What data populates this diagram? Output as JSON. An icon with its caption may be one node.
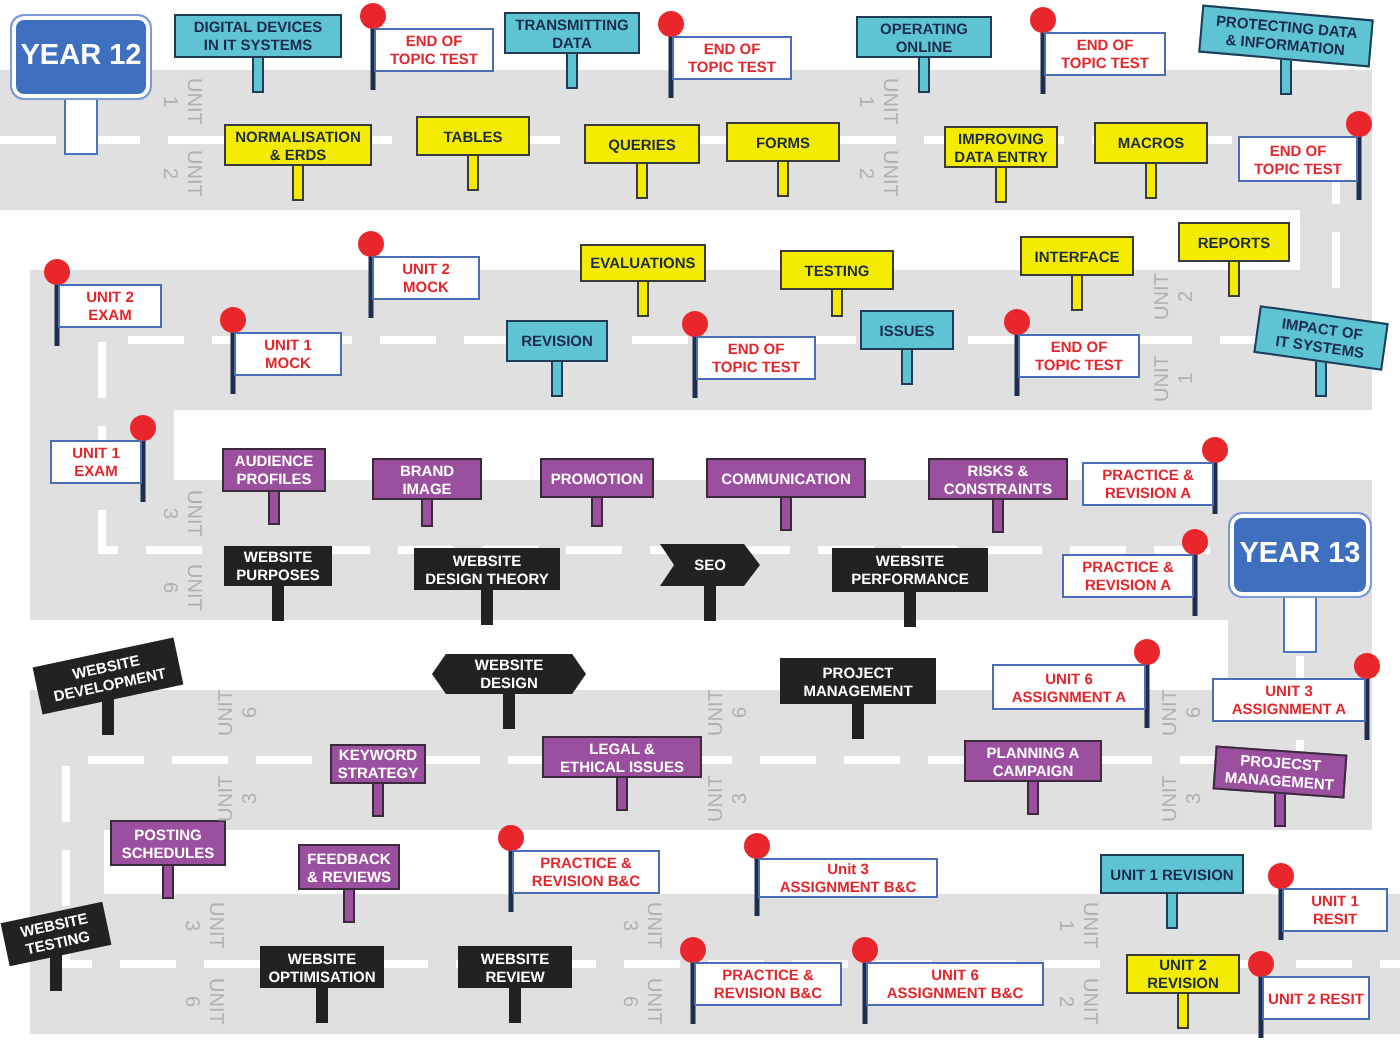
{
  "diagram": {
    "nodes": [
      {
        "text": [
          "YEAR 12"
        ]
      },
      {
        "text": [
          "DIGITAL DEVICES IN IT SYSTEMS"
        ]
      },
      {
        "text": [
          "END OF TOPIC TEST"
        ]
      },
      {
        "text": [
          "TRANSMITTING DATA"
        ]
      },
      {
        "text": [
          "END OF TOPIC TEST"
        ]
      },
      {
        "text": [
          "OPERATING ONLINE"
        ]
      },
      {
        "text": [
          "END OF TOPIC TEST"
        ]
      },
      {
        "text": [
          "PROTECTING DATA & INFORMATION"
        ]
      },
      {
        "text": [
          "NORMALISATION & ERDS"
        ]
      },
      {
        "text": [
          "TABLES"
        ]
      },
      {
        "text": [
          "QUERIES"
        ]
      },
      {
        "text": [
          "FORMS"
        ]
      },
      {
        "text": [
          "IMPROVING DATA ENTRY"
        ]
      },
      {
        "text": [
          "MACROS"
        ]
      },
      {
        "text": [
          "END OF TOPIC TEST"
        ]
      },
      {
        "text": [
          "UNIT 2 MOCK"
        ]
      },
      {
        "text": [
          "EVALUATIONS"
        ]
      },
      {
        "text": [
          "TESTING"
        ]
      },
      {
        "text": [
          "INTERFACE"
        ]
      },
      {
        "text": [
          "REPORTS"
        ]
      },
      {
        "text": [
          "UNIT 2 EXAM"
        ]
      },
      {
        "text": [
          "UNIT 1 MOCK"
        ]
      },
      {
        "text": [
          "REVISION"
        ]
      },
      {
        "text": [
          "END OF TOPIC TEST"
        ]
      },
      {
        "text": [
          "ISSUES"
        ]
      },
      {
        "text": [
          "END OF TOPIC TEST"
        ]
      },
      {
        "text": [
          "IMPACT OF IT SYSTEMS"
        ]
      },
      {
        "text": [
          "UNIT 1 EXAM"
        ]
      },
      {
        "text": [
          "AUDIENCE PROFILES"
        ]
      },
      {
        "text": [
          "BRAND IMAGE"
        ]
      },
      {
        "text": [
          "PROMOTION"
        ]
      },
      {
        "text": [
          "COMMUNICATION"
        ]
      },
      {
        "text": [
          "RISKS & CONSTRAINTS"
        ]
      },
      {
        "text": [
          "PRACTICE & REVISION A"
        ]
      },
      {
        "text": [
          "WEBSITE PURPOSES"
        ]
      },
      {
        "text": [
          "WEBSITE DESIGN THEORY"
        ]
      },
      {
        "text": [
          "SEO"
        ]
      },
      {
        "text": [
          "WEBSITE PERFORMANCE"
        ]
      },
      {
        "text": [
          "PRACTICE & REVISION A"
        ]
      },
      {
        "text": [
          "YEAR 13"
        ]
      },
      {
        "text": [
          "WEBSITE DEVELOPMENT"
        ]
      },
      {
        "text": [
          "WEBSITE DESIGN"
        ]
      },
      {
        "text": [
          "PROJECT MANAGEMENT"
        ]
      },
      {
        "text": [
          "UNIT 6 ASSIGNMENT A"
        ]
      },
      {
        "text": [
          "UNIT 3 ASSIGNMENT A"
        ]
      },
      {
        "text": [
          "KEYWORD STRATEGY"
        ]
      },
      {
        "text": [
          "LEGAL & ETHICAL ISSUES"
        ]
      },
      {
        "text": [
          "PLANNING A CAMPAIGN"
        ]
      },
      {
        "text": [
          "PROJECST MANAGEMENT"
        ]
      },
      {
        "text": [
          "POSTING SCHEDULES"
        ]
      },
      {
        "text": [
          "FEEDBACK & REVIEWS"
        ]
      },
      {
        "text": [
          "PRACTICE & REVISION B&C"
        ]
      },
      {
        "text": [
          "Unit 3 ASSIGNMENT B&C"
        ]
      },
      {
        "text": [
          "UNIT 1 REVISION"
        ]
      },
      {
        "text": [
          "UNIT 1 RESIT"
        ]
      },
      {
        "text": [
          "WEBSITE TESTING"
        ]
      },
      {
        "text": [
          "WEBSITE OPTIMISATION"
        ]
      },
      {
        "text": [
          "WEBSITE REVIEW"
        ]
      },
      {
        "text": [
          "PRACTICE & REVISION B&C"
        ]
      },
      {
        "text": [
          "UNIT 6 ASSIGNMENT B&C"
        ]
      },
      {
        "text": [
          "UNIT 2 REVISION"
        ]
      },
      {
        "text": [
          "UNIT 2 RESIT"
        ]
      }
    ],
    "labels": [
      "UNIT 1",
      "UNIT 2",
      "UNIT 1",
      "UNIT 2",
      "UNIT 2",
      "UNIT 1",
      "UNIT 3",
      "UNIT 6",
      "UNIT 6",
      "UNIT 3",
      "UNIT 6",
      "UNIT 3",
      "UNIT 6",
      "UNIT 3",
      "UNIT 3",
      "UNIT 6",
      "UNIT 3",
      "UNIT 6",
      "UNIT 1",
      "UNIT 2"
    ]
  }
}
